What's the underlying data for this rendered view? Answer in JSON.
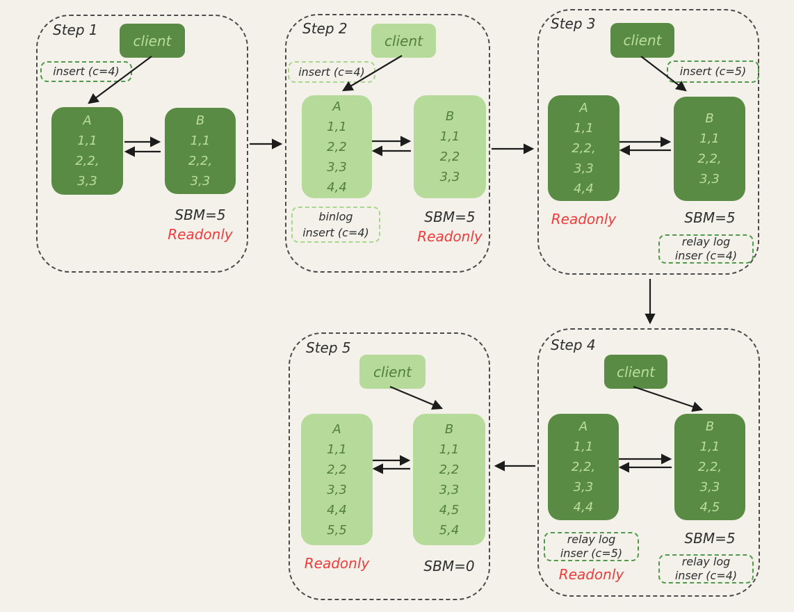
{
  "colors": {
    "background": "#f3f1ea",
    "dark_green_fill": "#5a8b44",
    "light_green_fill": "#b6da99",
    "text_on_dark": "#b9de9e",
    "text_on_light": "#527f39",
    "ink": "#2e2e2e",
    "readonly_red": "#f03b3b",
    "step_border": "#4a4a4a",
    "tag_border_dark": "#4f9a4a",
    "tag_border_light": "#a9d68d",
    "arrow": "#1c1c1c"
  },
  "steps": [
    {
      "label": "Step 1",
      "client_label": "client",
      "insert_tag": "insert (c=4)",
      "node_a": {
        "title": "A",
        "rows": [
          "1,1",
          "2,2,",
          "3,3"
        ]
      },
      "node_b": {
        "title": "B",
        "rows": [
          "1,1",
          "2,2,",
          "3,3"
        ]
      },
      "sbm_b": "SBM=5",
      "readonly_b": "Readonly"
    },
    {
      "label": "Step 2",
      "client_label": "client",
      "insert_tag": "insert (c=4)",
      "binlog_tag": [
        "binlog",
        "insert (c=4)"
      ],
      "node_a": {
        "title": "A",
        "rows": [
          "1,1",
          "2,2",
          "3,3",
          "4,4"
        ]
      },
      "node_b": {
        "title": "B",
        "rows": [
          "1,1",
          "2,2",
          "3,3"
        ]
      },
      "sbm_b": "SBM=5",
      "readonly_b": "Readonly"
    },
    {
      "label": "Step 3",
      "client_label": "client",
      "insert_tag": "insert (c=5)",
      "node_a": {
        "title": "A",
        "rows": [
          "1,1",
          "2,2,",
          "3,3",
          "4,4"
        ]
      },
      "node_b": {
        "title": "B",
        "rows": [
          "1,1",
          "2,2,",
          "3,3"
        ]
      },
      "readonly_a": "Readonly",
      "sbm_b": "SBM=5",
      "relay_tag_b": [
        "relay log",
        "inser (c=4)"
      ]
    },
    {
      "label": "Step 4",
      "client_label": "client",
      "node_a": {
        "title": "A",
        "rows": [
          "1,1",
          "2,2,",
          "3,3",
          "4,4"
        ]
      },
      "node_b": {
        "title": "B",
        "rows": [
          "1,1",
          "2,2,",
          "3,3",
          "4,5"
        ]
      },
      "relay_tag_a": [
        "relay log",
        "inser (c=5)"
      ],
      "readonly_a": "Readonly",
      "sbm_b": "SBM=5",
      "relay_tag_b": [
        "relay log",
        "inser (c=4)"
      ]
    },
    {
      "label": "Step 5",
      "client_label": "client",
      "node_a": {
        "title": "A",
        "rows": [
          "1,1",
          "2,2",
          "3,3",
          "4,4",
          "5,5"
        ]
      },
      "node_b": {
        "title": "B",
        "rows": [
          "1,1",
          "2,2",
          "3,3",
          "4,5",
          "5,4"
        ]
      },
      "readonly_a": "Readonly",
      "sbm_b": "SBM=0"
    }
  ]
}
